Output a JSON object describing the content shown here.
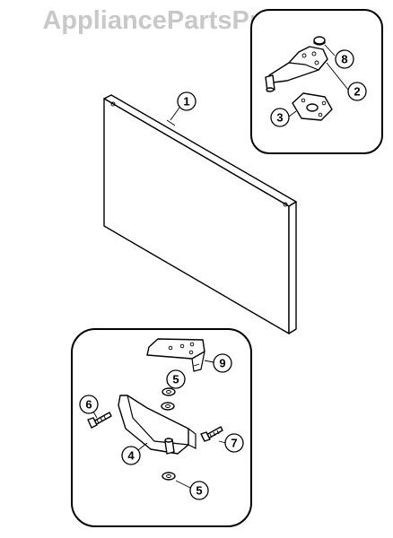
{
  "watermark": "AppliancePartsPros.com",
  "callouts": {
    "c1": "1",
    "c2": "2",
    "c3": "3",
    "c4": "4",
    "c5a": "5",
    "c5b": "5",
    "c6": "6",
    "c7": "7",
    "c8": "8",
    "c9": "9"
  }
}
